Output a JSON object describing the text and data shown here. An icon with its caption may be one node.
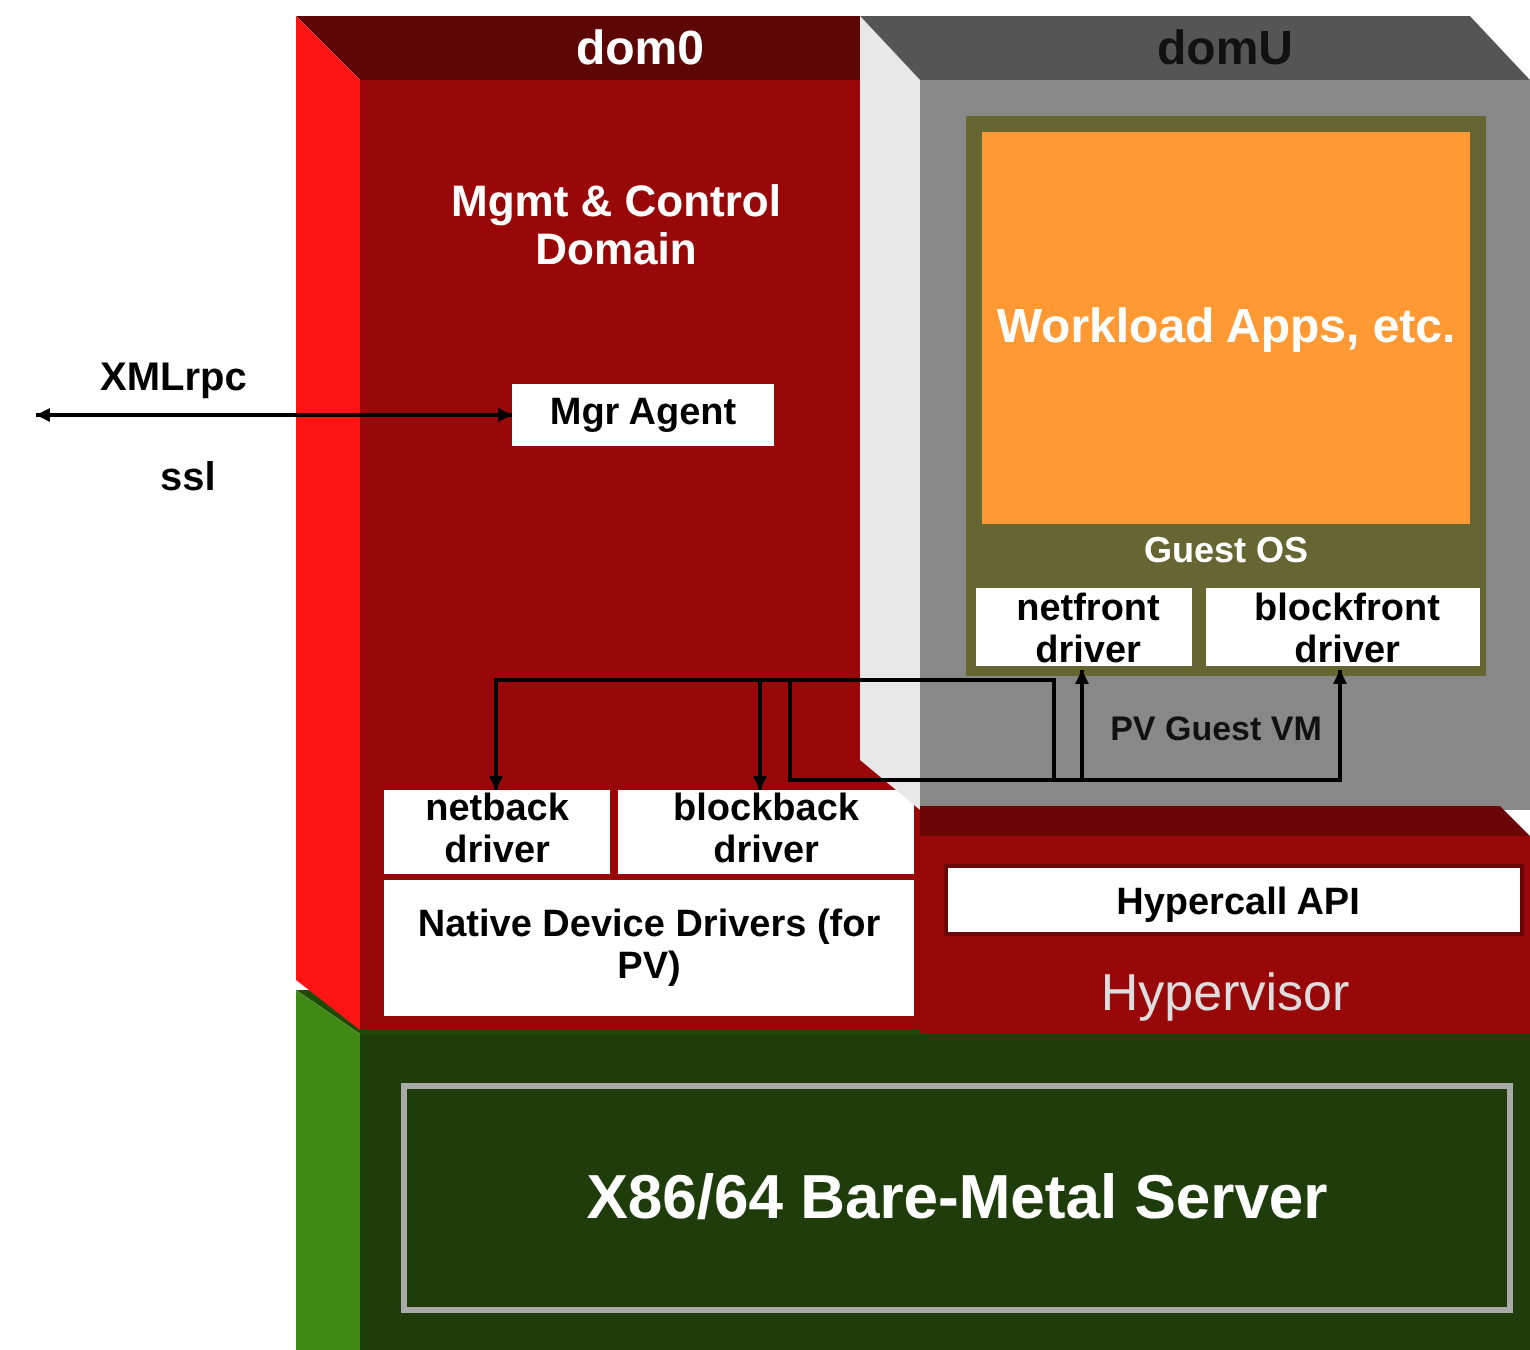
{
  "diagram": {
    "nodes": [
      {
        "text": [
          "dom0",
          "Mgmt & Control Domain"
        ]
      },
      {
        "text": [
          "Mgr Agent"
        ],
        "in": 0
      },
      {
        "text": [
          "netback driver"
        ],
        "in": 0
      },
      {
        "text": [
          "blockback driver"
        ],
        "in": 0
      },
      {
        "text": [
          "Native Device Drivers (for PV)"
        ],
        "in": 0
      },
      {
        "text": [
          "domU",
          "PV Guest VM"
        ]
      },
      {
        "text": [
          "Guest OS"
        ],
        "in": 5
      },
      {
        "text": [
          "Workload Apps, etc."
        ],
        "in": 6
      },
      {
        "text": [
          "netfront driver"
        ],
        "in": 6
      },
      {
        "text": [
          "blockfront driver"
        ],
        "in": 6
      },
      {
        "text": [
          "Hypervisor"
        ]
      },
      {
        "text": [
          "Hypercall API"
        ],
        "in": 10
      },
      {
        "text": [
          "X86/64 Bare-Metal Server"
        ]
      }
    ],
    "edges": [
      {
        "from": null,
        "to": 1,
        "arrow": "both",
        "label": "XMLrpc"
      },
      {
        "from": 2,
        "to": 8,
        "arrow": "both"
      },
      {
        "from": 3,
        "to": 9,
        "arrow": "both"
      }
    ],
    "labels": [
      "ssl"
    ]
  }
}
